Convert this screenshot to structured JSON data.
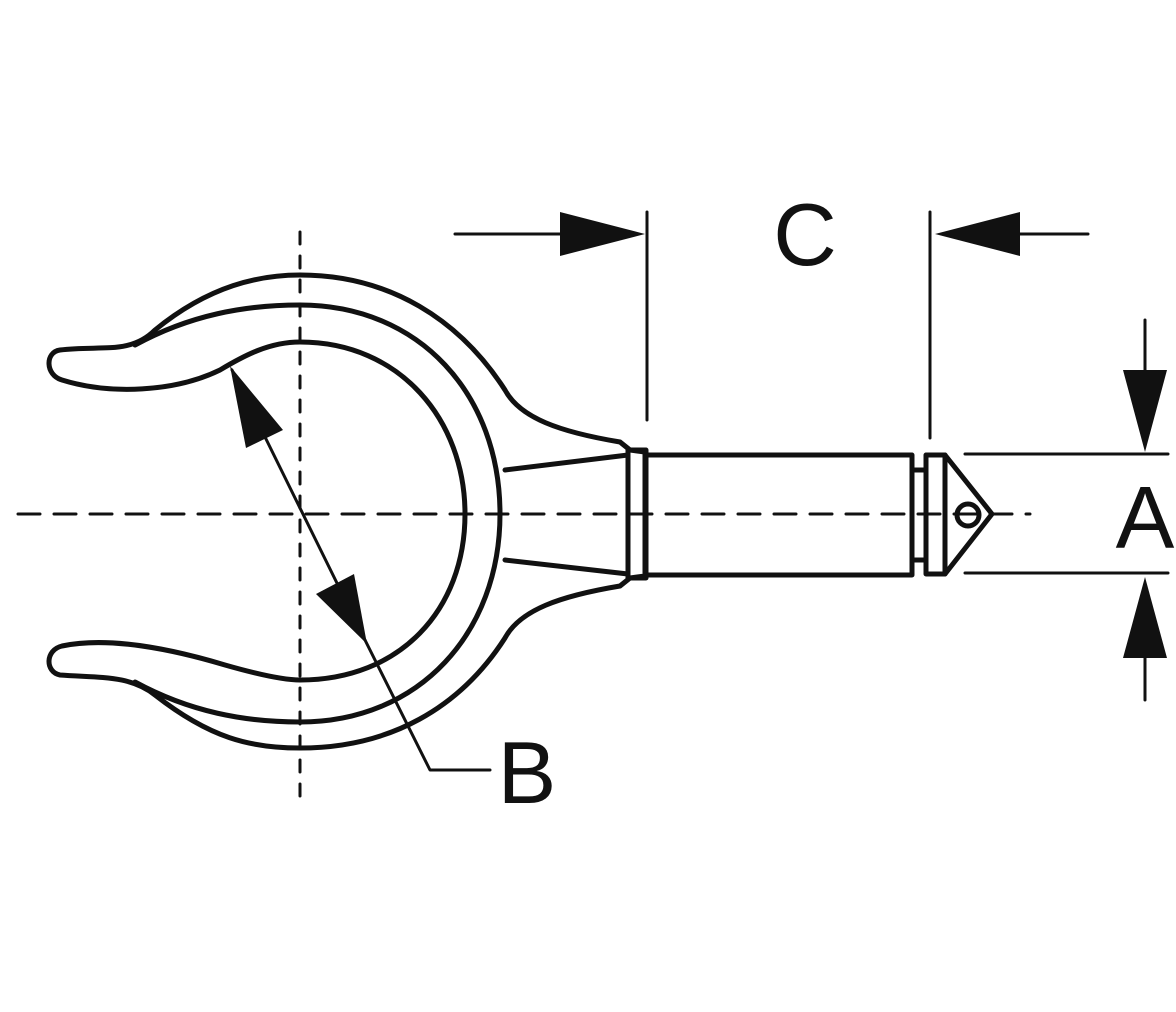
{
  "diagram": {
    "labels": {
      "a": "A",
      "b": "B",
      "c": "C"
    },
    "colors": {
      "line": "#111111",
      "background": "#ffffff"
    }
  }
}
